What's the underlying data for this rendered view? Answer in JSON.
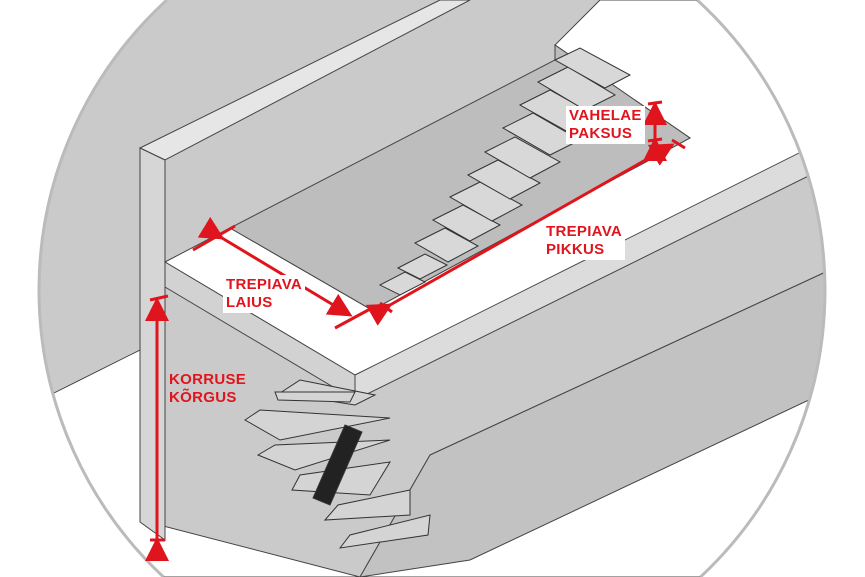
{
  "labels": {
    "floor_thickness": [
      "VAHELAE",
      "PAKSUS"
    ],
    "opening_length": [
      "TREPIAVA",
      "PIKKUS"
    ],
    "opening_width": [
      "TREPIAVA",
      "LAIUS"
    ],
    "floor_height": [
      "KORRUSE",
      "KÕRGUS"
    ]
  },
  "colors": {
    "dimension": "#e0141c",
    "wall": "#c9c9c9",
    "floor": "#ffffff",
    "outline": "#555555"
  }
}
